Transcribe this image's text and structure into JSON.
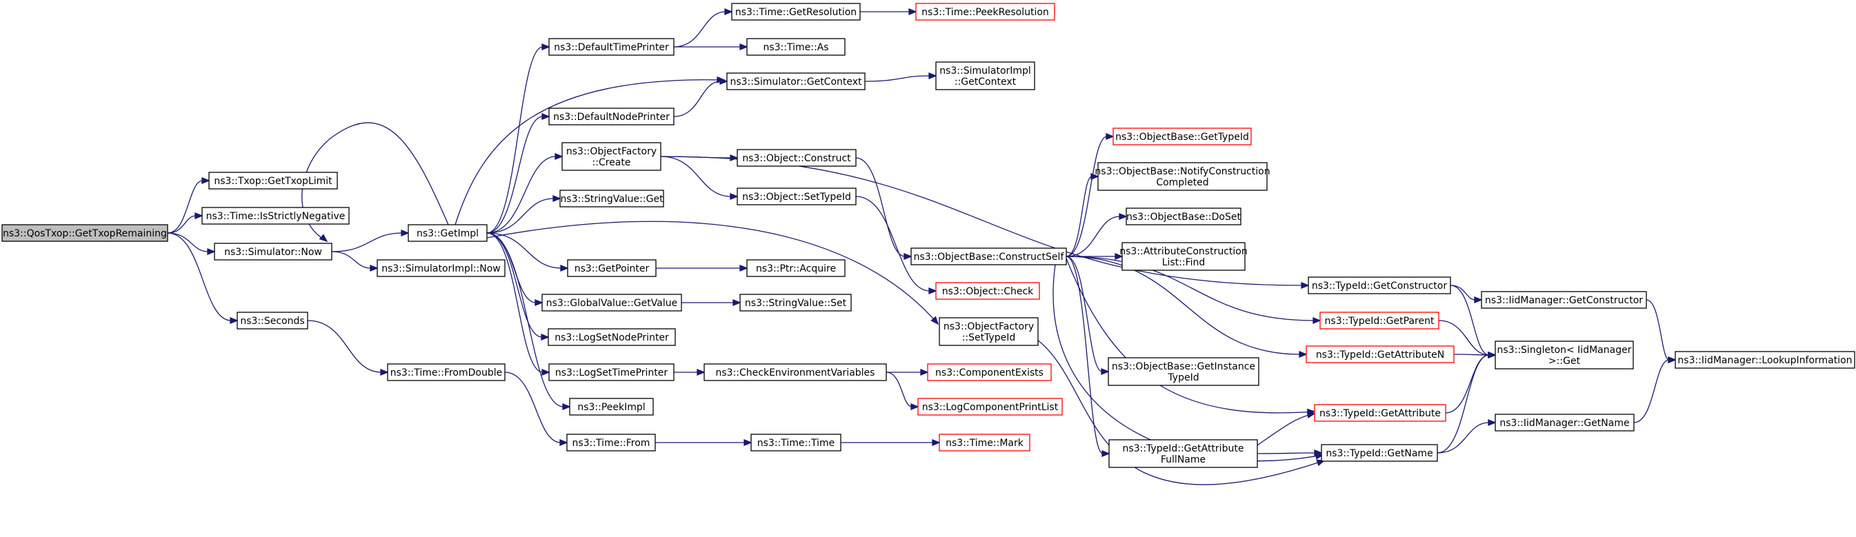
{
  "nodes": {
    "root": [
      "ns3::QosTxop::GetTxopRemaining"
    ],
    "gettxoplimit": [
      "ns3::Txop::GetTxopLimit"
    ],
    "isstrictlynegative": [
      "ns3::Time::IsStrictlyNegative"
    ],
    "now": [
      "ns3::Simulator::Now"
    ],
    "seconds": [
      "ns3::Seconds"
    ],
    "getimpl": [
      "ns3::GetImpl"
    ],
    "simimplnow": [
      "ns3::SimulatorImpl::Now"
    ],
    "fromdouble": [
      "ns3::Time::FromDouble"
    ],
    "defaulttimeprinter": [
      "ns3::DefaultTimePrinter"
    ],
    "defaultnodeprinter": [
      "ns3::DefaultNodePrinter"
    ],
    "ofcreate": [
      "ns3::ObjectFactory",
      "::Create"
    ],
    "stringvalueget": [
      "ns3::StringValue::Get"
    ],
    "getpointer": [
      "ns3::GetPointer"
    ],
    "globalvalueget": [
      "ns3::GlobalValue::GetValue"
    ],
    "logsetnodeprinter": [
      "ns3::LogSetNodePrinter"
    ],
    "logsettimeprinter": [
      "ns3::LogSetTimePrinter"
    ],
    "peekimpl": [
      "ns3::PeekImpl"
    ],
    "timefrom": [
      "ns3::Time::From"
    ],
    "getresolution": [
      "ns3::Time::GetResolution"
    ],
    "timeas": [
      "ns3::Time::As"
    ],
    "simgetcontext": [
      "ns3::Simulator::GetContext"
    ],
    "objconstruct": [
      "ns3::Object::Construct"
    ],
    "objsettypeid": [
      "ns3::Object::SetTypeId"
    ],
    "ptracquire": [
      "ns3::Ptr::Acquire"
    ],
    "stringvalueset": [
      "ns3::StringValue::Set"
    ],
    "checkenv": [
      "ns3::CheckEnvironmentVariables"
    ],
    "timetime": [
      "ns3::Time::Time"
    ],
    "peekresolution": [
      "ns3::Time::PeekResolution"
    ],
    "simimplgetcontext": [
      "ns3::SimulatorImpl",
      "::GetContext"
    ],
    "constructself": [
      "ns3::ObjectBase::ConstructSelf"
    ],
    "objcheck": [
      "ns3::Object::Check"
    ],
    "ofsettypeid": [
      "ns3::ObjectFactory",
      "::SetTypeId"
    ],
    "componentexists": [
      "ns3::ComponentExists"
    ],
    "logcomponentprintlist": [
      "ns3::LogComponentPrintList"
    ],
    "timemark": [
      "ns3::Time::Mark"
    ],
    "obgettypeid": [
      "ns3::ObjectBase::GetTypeId"
    ],
    "notifyconstruction": [
      "ns3::ObjectBase::NotifyConstruction",
      "Completed"
    ],
    "doset": [
      "ns3::ObjectBase::DoSet"
    ],
    "attrfind": [
      "ns3::AttributeConstruction",
      "List::Find"
    ],
    "getinstancetypeid": [
      "ns3::ObjectBase::GetInstance",
      "TypeId"
    ],
    "getattrfullname": [
      "ns3::TypeId::GetAttribute",
      "FullName"
    ],
    "getconstructor": [
      "ns3::TypeId::GetConstructor"
    ],
    "getparent": [
      "ns3::TypeId::GetParent"
    ],
    "getattributen": [
      "ns3::TypeId::GetAttributeN"
    ],
    "getattribute": [
      "ns3::TypeId::GetAttribute"
    ],
    "getname": [
      "ns3::TypeId::GetName"
    ],
    "iidgetconstructor": [
      "ns3::IidManager::GetConstructor"
    ],
    "singletonget": [
      "ns3::Singleton< IidManager",
      " >::Get"
    ],
    "iidgetname": [
      "ns3::IidManager::GetName"
    ],
    "lookupinfo": [
      "ns3::IidManager::LookupInformation"
    ]
  },
  "missing_definition_nodes": [
    "peekresolution",
    "objcheck",
    "componentexists",
    "logcomponentprintlist",
    "timemark",
    "obgettypeid",
    "getparent",
    "getattributen",
    "getattribute"
  ],
  "colors": {
    "edge": "#191970",
    "node_border": "#000000",
    "missing_border": "#ff0000",
    "root_fill": "#bfbfbf",
    "background": "#ffffff"
  }
}
